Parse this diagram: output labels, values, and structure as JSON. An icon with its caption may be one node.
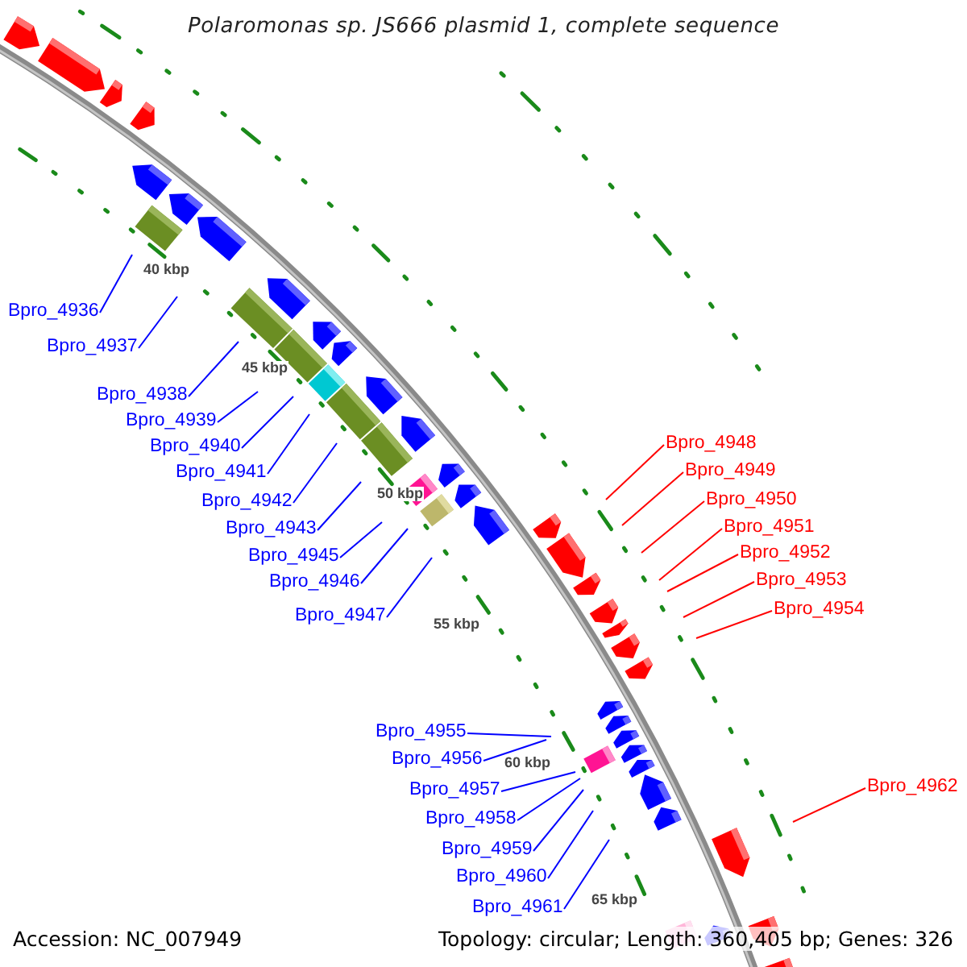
{
  "diagram": {
    "title": "Polaromonas sp. JS666 plasmid 1, complete sequence",
    "nodes": [
      {
        "text": [
          "Bpro_4936"
        ]
      },
      {
        "text": [
          "Bpro_4937"
        ]
      },
      {
        "text": [
          "Bpro_4938"
        ]
      },
      {
        "text": [
          "Bpro_4939"
        ]
      },
      {
        "text": [
          "Bpro_4940"
        ]
      },
      {
        "text": [
          "Bpro_4941"
        ]
      },
      {
        "text": [
          "Bpro_4942"
        ]
      },
      {
        "text": [
          "Bpro_4943"
        ]
      },
      {
        "text": [
          "Bpro_4945"
        ]
      },
      {
        "text": [
          "Bpro_4946"
        ]
      },
      {
        "text": [
          "Bpro_4947"
        ]
      },
      {
        "text": [
          "Bpro_4948"
        ]
      },
      {
        "text": [
          "Bpro_4949"
        ]
      },
      {
        "text": [
          "Bpro_4950"
        ]
      },
      {
        "text": [
          "Bpro_4951"
        ]
      },
      {
        "text": [
          "Bpro_4952"
        ]
      },
      {
        "text": [
          "Bpro_4953"
        ]
      },
      {
        "text": [
          "Bpro_4954"
        ]
      },
      {
        "text": [
          "Bpro_4955"
        ]
      },
      {
        "text": [
          "Bpro_4956"
        ]
      },
      {
        "text": [
          "Bpro_4957"
        ]
      },
      {
        "text": [
          "Bpro_4958"
        ]
      },
      {
        "text": [
          "Bpro_4959"
        ]
      },
      {
        "text": [
          "Bpro_4960"
        ]
      },
      {
        "text": [
          "Bpro_4961"
        ]
      },
      {
        "text": [
          "Bpro_4962"
        ]
      }
    ],
    "edges": [
      {
        "from": 0,
        "to": null,
        "arrow": "none"
      },
      {
        "from": 1,
        "to": null,
        "arrow": "none"
      },
      {
        "from": 2,
        "to": null,
        "arrow": "none"
      },
      {
        "from": 3,
        "to": null,
        "arrow": "none"
      },
      {
        "from": 4,
        "to": null,
        "arrow": "none"
      },
      {
        "from": 5,
        "to": null,
        "arrow": "none"
      },
      {
        "from": 6,
        "to": null,
        "arrow": "none"
      },
      {
        "from": 7,
        "to": null,
        "arrow": "none"
      },
      {
        "from": 8,
        "to": null,
        "arrow": "none"
      },
      {
        "from": 9,
        "to": null,
        "arrow": "none"
      },
      {
        "from": 10,
        "to": null,
        "arrow": "none"
      },
      {
        "from": 11,
        "to": null,
        "arrow": "none",
        "color": "#ff0000"
      },
      {
        "from": 12,
        "to": null,
        "arrow": "none",
        "color": "#ff0000"
      },
      {
        "from": 13,
        "to": null,
        "arrow": "none",
        "color": "#ff0000"
      },
      {
        "from": 14,
        "to": null,
        "arrow": "none",
        "color": "#ff0000"
      },
      {
        "from": 15,
        "to": null,
        "arrow": "none",
        "color": "#ff0000"
      },
      {
        "from": 16,
        "to": null,
        "arrow": "none",
        "color": "#ff0000"
      },
      {
        "from": 17,
        "to": null,
        "arrow": "none",
        "color": "#ff0000"
      },
      {
        "from": 18,
        "to": null,
        "arrow": "none"
      },
      {
        "from": 19,
        "to": null,
        "arrow": "none"
      },
      {
        "from": 20,
        "to": null,
        "arrow": "none"
      },
      {
        "from": 21,
        "to": null,
        "arrow": "none"
      },
      {
        "from": 22,
        "to": null,
        "arrow": "none"
      },
      {
        "from": 23,
        "to": null,
        "arrow": "none"
      },
      {
        "from": 24,
        "to": null,
        "arrow": "none"
      },
      {
        "from": 25,
        "to": null,
        "arrow": "none",
        "color": "#ff0000"
      }
    ],
    "labels": [
      "40 kbp",
      "45 kbp",
      "50 kbp",
      "55 kbp",
      "60 kbp",
      "65 kbp",
      "Accession: NC_007949",
      "Topology: circular; Length: 360,405 bp; Genes: 326"
    ]
  }
}
